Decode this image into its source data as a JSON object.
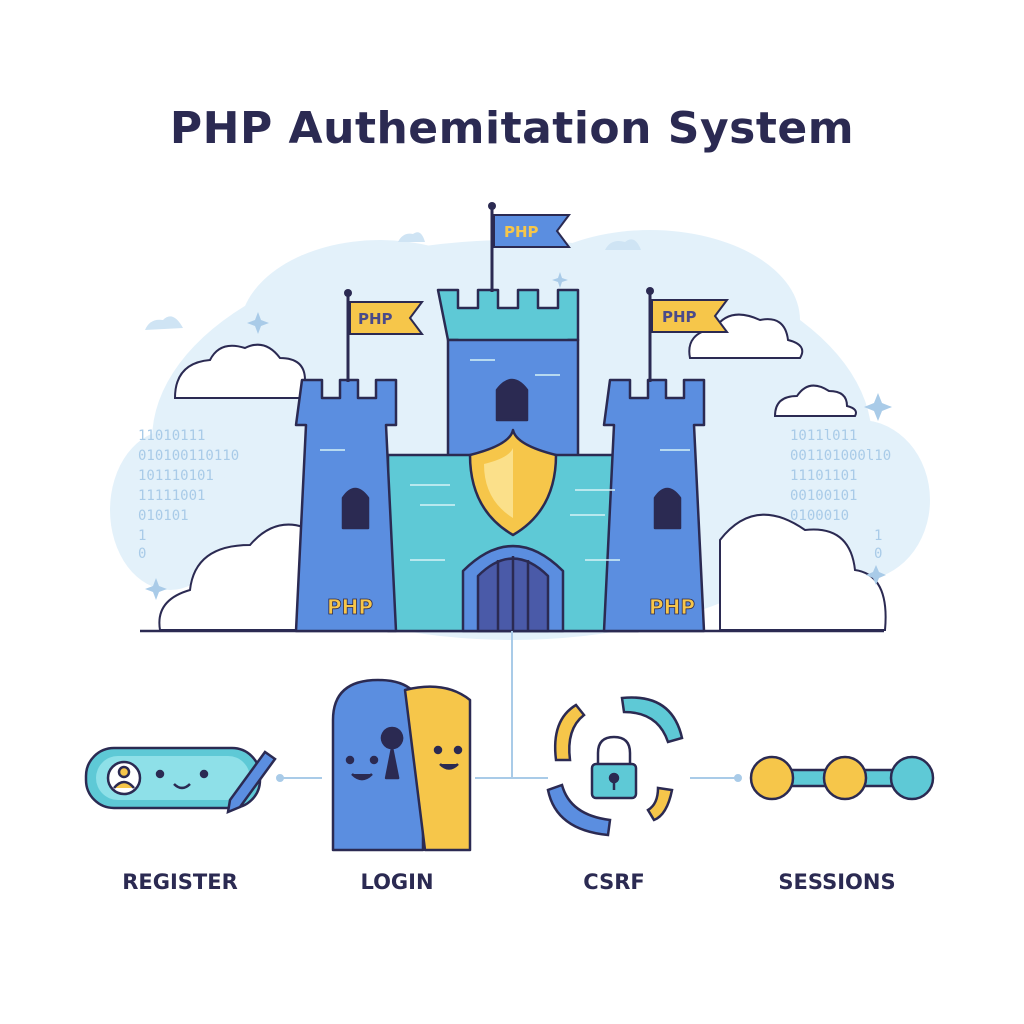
{
  "title": "PHP Authemitation System",
  "castle": {
    "flag_left": "PHP",
    "flag_center": "PHP",
    "flag_right": "PHP",
    "tower_left_label": "PHP",
    "tower_right_label": "PHP"
  },
  "binary_left": [
    "11010111",
    "010100110110",
    "101110101",
    "11111001",
    "010101",
    "1",
    "0"
  ],
  "binary_right": [
    "1011l011",
    "001101000l10",
    "11101101",
    "00100101",
    "0100010",
    "1",
    "0"
  ],
  "features": [
    {
      "label": "REGISTER",
      "icon": "register-pill-icon"
    },
    {
      "label": "LOGIN",
      "icon": "door-icon"
    },
    {
      "label": "CSRF",
      "icon": "padlock-icon"
    },
    {
      "label": "SESSIONS",
      "icon": "chain-icon"
    }
  ],
  "colors": {
    "navy": "#2b2a52",
    "blue": "#5b8ee0",
    "teal": "#5ec9d6",
    "yellow": "#f6c64a",
    "sky": "#d8ecf8"
  }
}
